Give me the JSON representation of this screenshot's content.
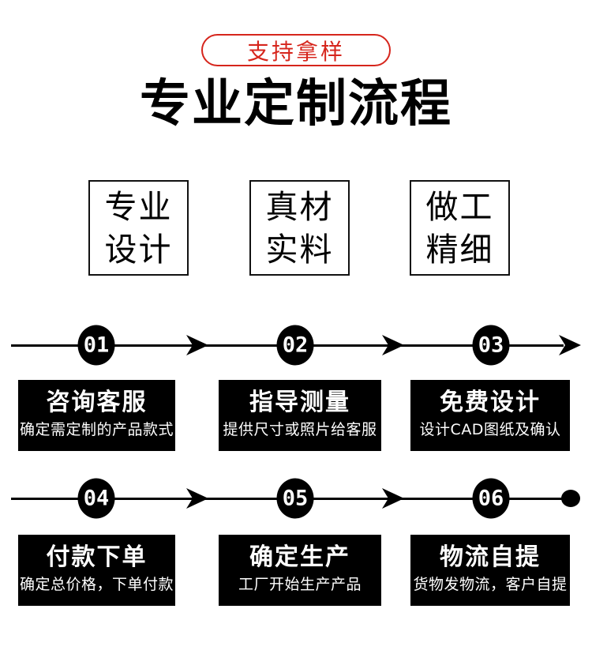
{
  "banner": {
    "pill_label": "支持拿样",
    "title": "专业定制流程",
    "accent_color": "#d6251c"
  },
  "features": [
    {
      "line1": "专业",
      "line2": "设计"
    },
    {
      "line1": "真材",
      "line2": "实料"
    },
    {
      "line1": "做工",
      "line2": "精细"
    }
  ],
  "steps": [
    {
      "number": "01",
      "title": "咨询客服",
      "desc": "确定需定制的产品款式"
    },
    {
      "number": "02",
      "title": "指导测量",
      "desc": "提供尺寸或照片给客服"
    },
    {
      "number": "03",
      "title": "免费设计",
      "desc": "设计CAD图纸及确认"
    },
    {
      "number": "04",
      "title": "付款下单",
      "desc": "确定总价格，下单付款"
    },
    {
      "number": "05",
      "title": "确定生产",
      "desc": "工厂开始生产产品"
    },
    {
      "number": "06",
      "title": "物流自提",
      "desc": "货物发物流，客户自提"
    }
  ],
  "colors": {
    "step_box_bg": "#000000",
    "step_text": "#ffffff",
    "line_color": "#000000"
  }
}
